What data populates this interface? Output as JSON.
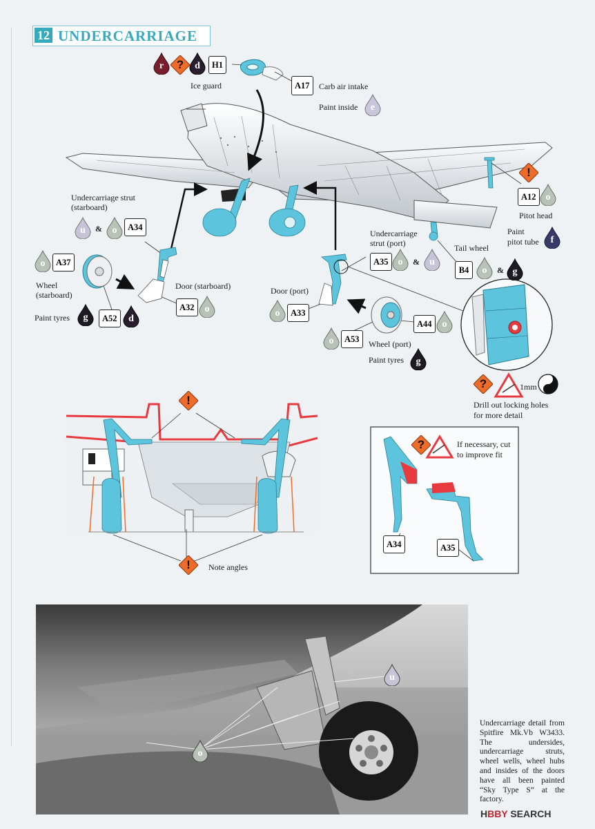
{
  "header": {
    "step_number": "12",
    "title": "UNDERCARRIAGE"
  },
  "part_codes": {
    "h1": "H1",
    "a17": "A17",
    "a12": "A12",
    "a34": "A34",
    "a37": "A37",
    "a32": "A32",
    "a52": "A52",
    "a35": "A35",
    "b4": "B4",
    "a33": "A33",
    "a44": "A44",
    "a53": "A53",
    "inset_a34": "A34",
    "inset_a35": "A35"
  },
  "labels": {
    "ice_guard": "Ice guard",
    "carb_air_intake": "Carb air intake",
    "paint_inside": "Paint inside",
    "pitot_head": "Pitot head",
    "paint_pitot_tube_1": "Paint",
    "paint_pitot_tube_2": "pitot tube",
    "uc_strut_starboard_1": "Undercarriage strut",
    "uc_strut_starboard_2": "(starboard)",
    "uc_strut_port_1": "Undercarriage",
    "uc_strut_port_2": "strut (port)",
    "tail_wheel": "Tail wheel",
    "wheel_starboard_1": "Wheel",
    "wheel_starboard_2": "(starboard)",
    "door_starboard": "Door (starboard)",
    "paint_tyres_left": "Paint tyres",
    "door_port": "Door (port)",
    "wheel_port": "Wheel (port)",
    "paint_tyres_right": "Paint tyres",
    "drill_1mm": "1mm",
    "drill_out_1": "Drill out locking holes",
    "drill_out_2": "for more detail",
    "cut_fit_1": "If necessary, cut",
    "cut_fit_2": "to improve fit",
    "note_angles": "Note angles",
    "amp_1": "&",
    "amp_2": "&",
    "amp_3": "&",
    "amp_4": "&"
  },
  "paint_drops": {
    "r": "r",
    "d_top": "d",
    "e": "e",
    "o_a12": "o",
    "f": "f",
    "u_left": "u",
    "o_left": "o",
    "o_a37": "o",
    "o_a32": "o",
    "g_left": "g",
    "d_a52": "d",
    "o_a35": "o",
    "u_right": "u",
    "o_b4": "o",
    "g_b4": "g",
    "o_a33": "o",
    "o_a53": "o",
    "o_a44": "o",
    "g_right": "g",
    "photo_u": "u",
    "photo_o": "o"
  },
  "symbols": {
    "question": "?",
    "warning": "!"
  },
  "colors": {
    "accent": "#36a9bd",
    "part_blue": "#5cc4dc",
    "highlight_red": "#e8393f",
    "warning_orange": "#ee6b2a",
    "drop_r": "#7a1d2c",
    "drop_d": "#2a1e2e",
    "drop_e": "#c9c6dc",
    "drop_o": "#b9c2b6",
    "drop_f": "#3a3a6a",
    "drop_u": "#c8c4d8",
    "drop_g": "#1e1a24"
  },
  "caption": "Undercarriage detail from Spitfire Mk.Vb W3433. The undersides, undercarriage struts, wheel wells, wheel hubs and insides of the doors have all been painted “Sky Type S” at the factory.",
  "watermark": {
    "prefix": "H",
    "mid": "BBY",
    "suffix": " SEARCH"
  }
}
